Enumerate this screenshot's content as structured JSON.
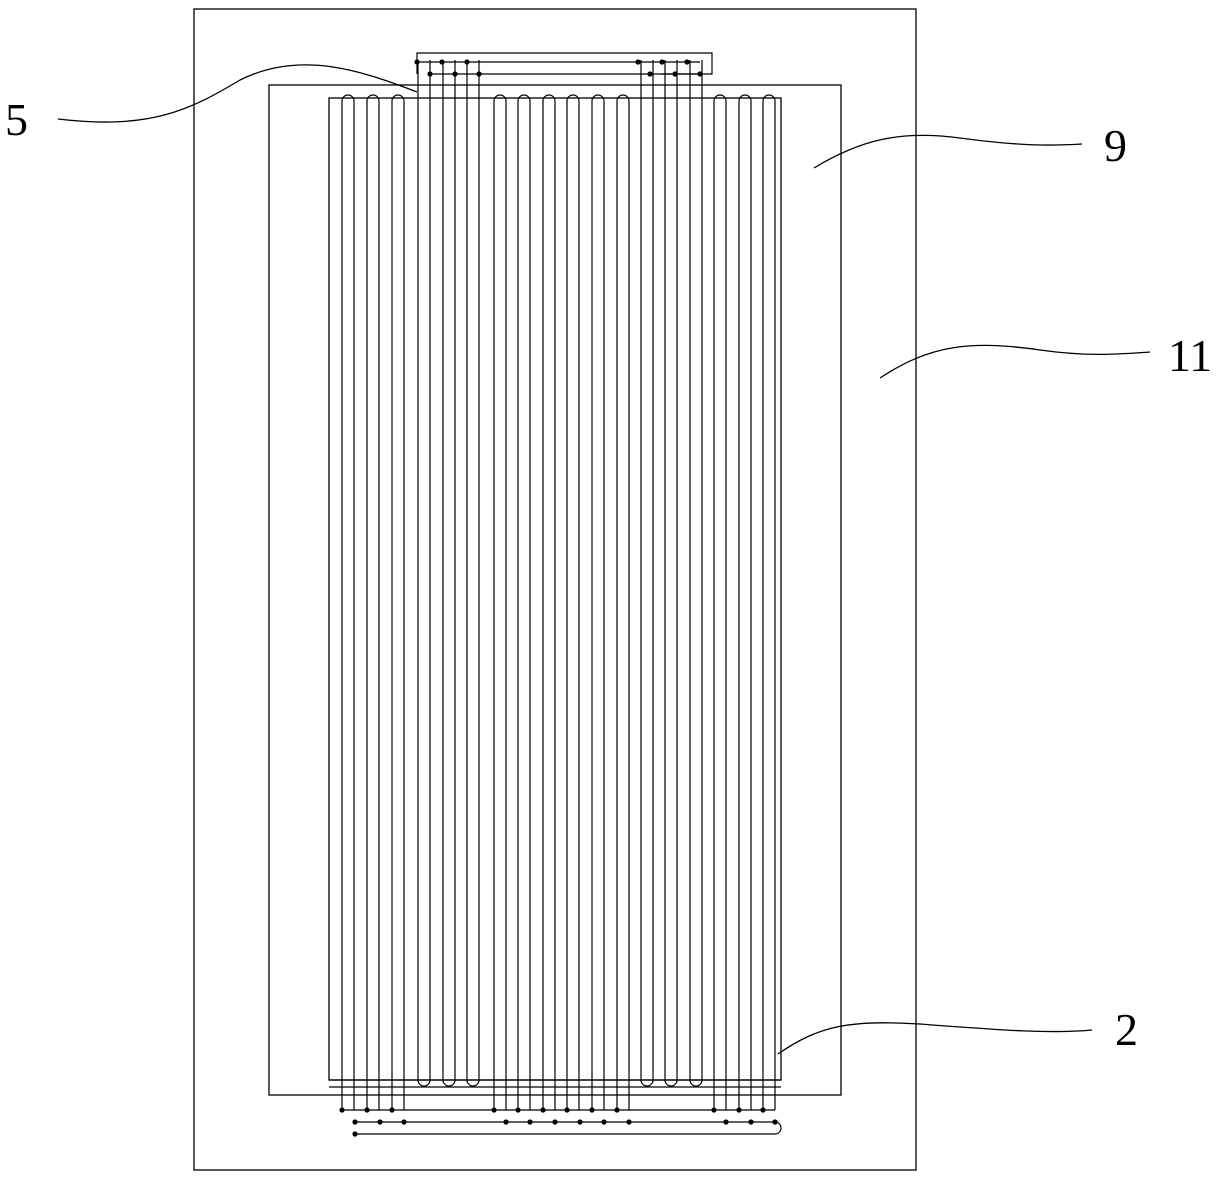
{
  "labels": {
    "l5": "5",
    "l9": "9",
    "l11": "11",
    "l2": "2"
  },
  "colors": {
    "line": "#000000",
    "background": "#ffffff"
  }
}
